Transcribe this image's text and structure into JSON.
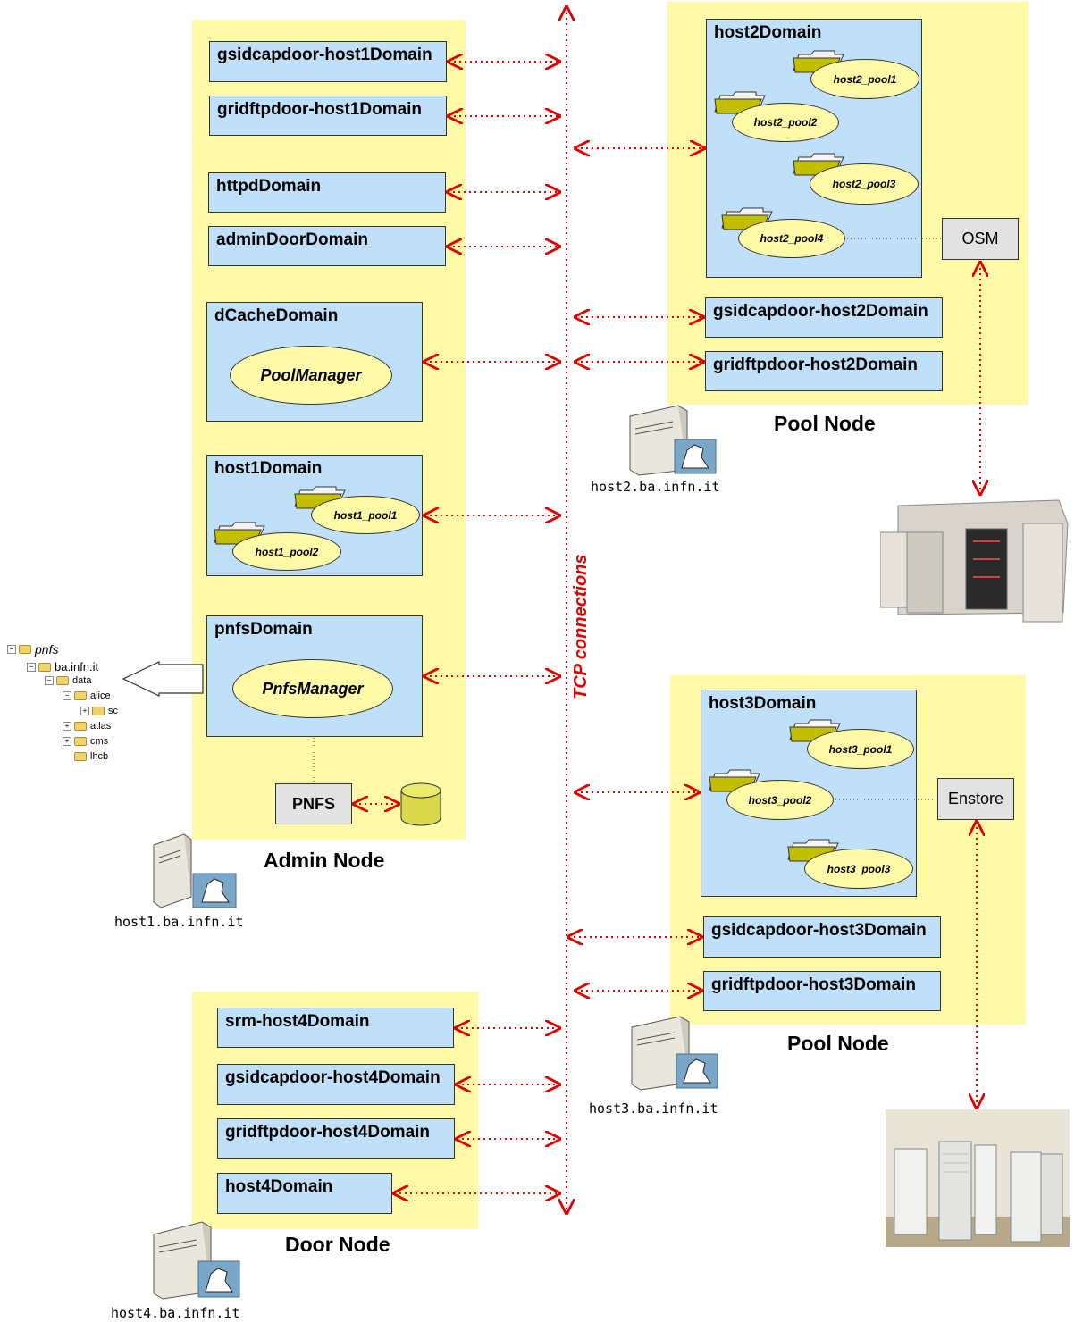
{
  "tcp_label": "TCP connections",
  "admin_node": {
    "label": "Admin Node",
    "host": "host1.ba.infn.it",
    "domains": {
      "gsidcap": "gsidcapdoor-host1Domain",
      "gridftp": "gridftpdoor-host1Domain",
      "httpd": "httpdDomain",
      "admin": "adminDoorDomain",
      "dcache": "dCacheDomain",
      "host1": "host1Domain",
      "pnfs": "pnfsDomain"
    },
    "pool_manager": "PoolManager",
    "pnfs_manager": "PnfsManager",
    "pnfs_box": "PNFS",
    "pools": [
      "host1_pool1",
      "host1_pool2"
    ]
  },
  "pool_node_2": {
    "label": "Pool Node",
    "host": "host2.ba.infn.it",
    "domains": {
      "main": "host2Domain",
      "gsidcap": "gsidcapdoor-host2Domain",
      "gridftp": "gridftpdoor-host2Domain"
    },
    "pools": [
      "host2_pool1",
      "host2_pool2",
      "host2_pool3",
      "host2_pool4"
    ],
    "storage": "OSM"
  },
  "pool_node_3": {
    "label": "Pool Node",
    "host": "host3.ba.infn.it",
    "domains": {
      "main": "host3Domain",
      "gsidcap": "gsidcapdoor-host3Domain",
      "gridftp": "gridftpdoor-host3Domain"
    },
    "pools": [
      "host3_pool1",
      "host3_pool2",
      "host3_pool3"
    ],
    "storage": "Enstore"
  },
  "door_node": {
    "label": "Door Node",
    "host": "host4.ba.infn.it",
    "domains": {
      "srm": "srm-host4Domain",
      "gsidcap": "gsidcapdoor-host4Domain",
      "gridftp": "gridftpdoor-host4Domain",
      "main": "host4Domain"
    }
  },
  "pnfs_tree": [
    "pnfs",
    "ba.infn.it",
    "data",
    "alice",
    "sc",
    "atlas",
    "cms",
    "lhcb"
  ],
  "colors": {
    "node_bg": "#fffaa8",
    "domain_bg": "#bfe0f8",
    "pool_folder": "#c8c000",
    "arrow": "#e00000"
  }
}
